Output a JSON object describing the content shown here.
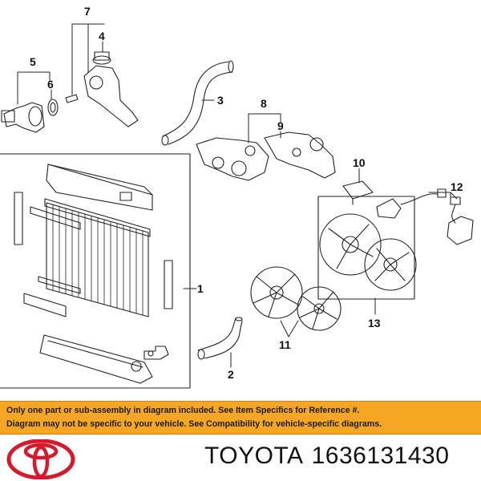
{
  "callouts": {
    "c1": "1",
    "c2": "2",
    "c3": "3",
    "c4": "4",
    "c5": "5",
    "c6": "6",
    "c7": "7",
    "c8": "8",
    "c9": "9",
    "c10": "10",
    "c11": "11",
    "c12": "12",
    "c13": "13"
  },
  "notice": {
    "line1": "Only one part or sub-assembly in diagram included. See Item Specifics for Reference #.",
    "line2": "Diagram may not be specific to your vehicle. See Compatibility for vehicle-specific diagrams."
  },
  "footer": {
    "brand": "TOYOTA",
    "part_number": "1636131430"
  },
  "colors": {
    "banner": "#f5a623",
    "logo": "#d7192b",
    "line": "#222222"
  },
  "icons": {
    "logo": "toyota-logo-icon"
  }
}
